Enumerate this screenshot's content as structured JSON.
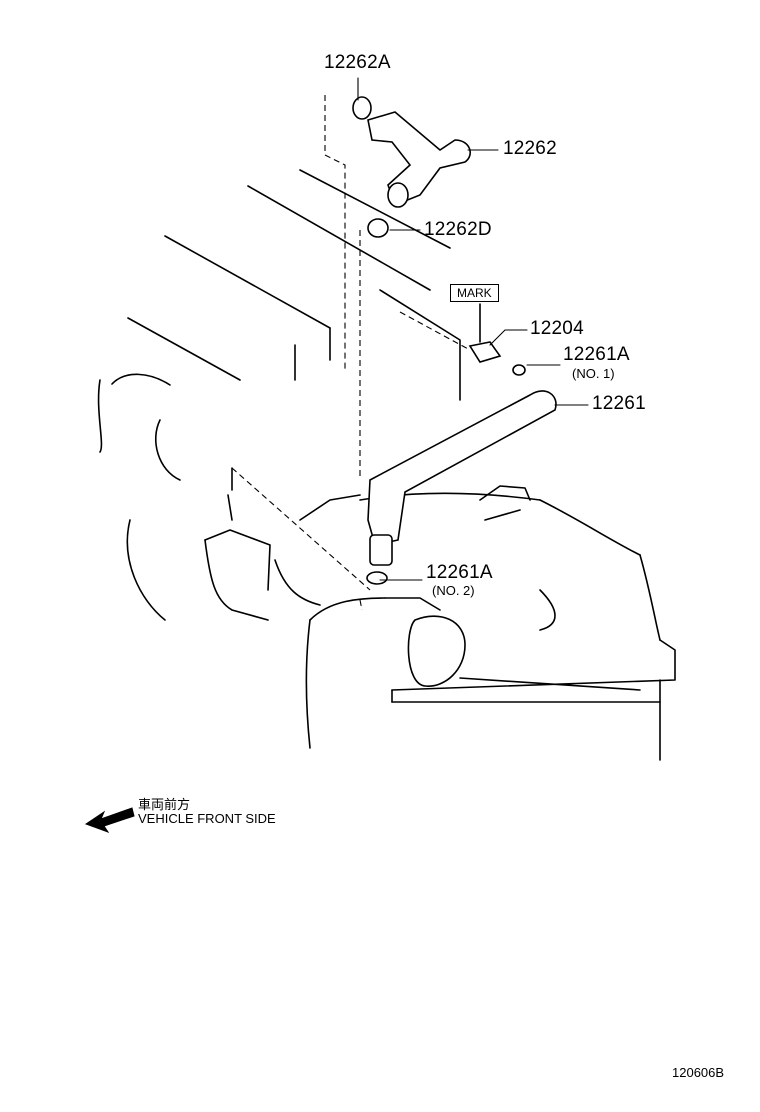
{
  "parts": {
    "p12262A": "12262A",
    "p12262": "12262",
    "p12262D": "12262D",
    "p12204": "12204",
    "p12261A_1": "12261A",
    "p12261A_1_note": "(NO. 1)",
    "p12261": "12261",
    "p12261A_2": "12261A",
    "p12261A_2_note": "(NO. 2)"
  },
  "mark_label": "MARK",
  "direction": {
    "japanese": "車両前方",
    "english": "VEHICLE FRONT SIDE"
  },
  "figure_id": "120606B"
}
